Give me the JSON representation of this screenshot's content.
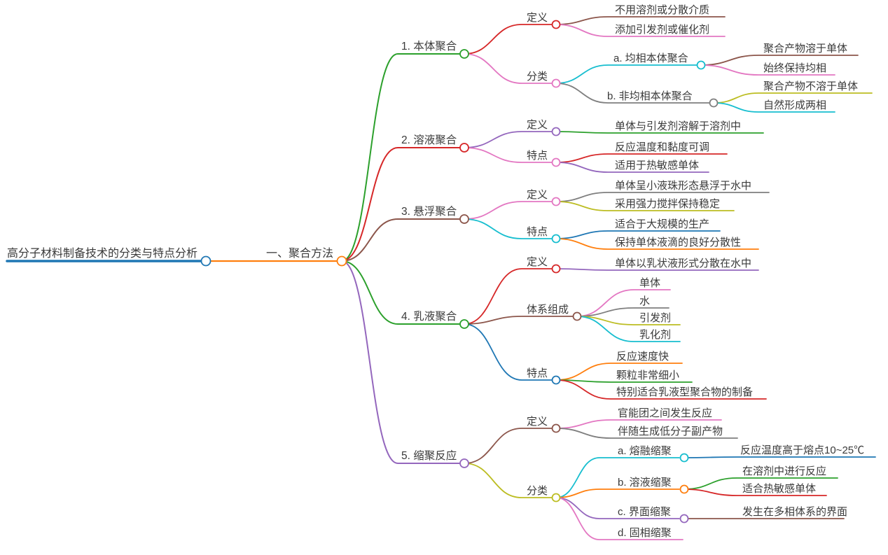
{
  "mindmap": {
    "root": {
      "label": "高分子材料制备技术的分类与特点分析",
      "color": "#1f77b4"
    },
    "topic": {
      "label": "一、聚合方法",
      "color": "#ff7f0e"
    },
    "branches": [
      {
        "label": "1. 本体聚合",
        "color": "#2ca02c",
        "children": [
          {
            "label": "定义",
            "color": "#d62728",
            "children": [
              {
                "label": "不用溶剂或分散介质",
                "color": "#8c564b"
              },
              {
                "label": "添加引发剂或催化剂",
                "color": "#e377c2"
              }
            ]
          },
          {
            "label": "分类",
            "color": "#e377c2",
            "children": [
              {
                "label": "a. 均相本体聚合",
                "color": "#17becf",
                "children": [
                  {
                    "label": "聚合产物溶于单体",
                    "color": "#8c564b"
                  },
                  {
                    "label": "始终保持均相",
                    "color": "#e377c2"
                  }
                ]
              },
              {
                "label": "b. 非均相本体聚合",
                "color": "#7f7f7f",
                "children": [
                  {
                    "label": "聚合产物不溶于单体",
                    "color": "#bcbd22"
                  },
                  {
                    "label": "自然形成两相",
                    "color": "#17becf"
                  }
                ]
              }
            ]
          }
        ]
      },
      {
        "label": "2. 溶液聚合",
        "color": "#d62728",
        "children": [
          {
            "label": "定义",
            "color": "#9467bd",
            "children": [
              {
                "label": "单体与引发剂溶解于溶剂中",
                "color": "#2ca02c"
              }
            ]
          },
          {
            "label": "特点",
            "color": "#e377c2",
            "children": [
              {
                "label": "反应温度和黏度可调",
                "color": "#d62728"
              },
              {
                "label": "适用于热敏感单体",
                "color": "#9467bd"
              }
            ]
          }
        ]
      },
      {
        "label": "3. 悬浮聚合",
        "color": "#8c564b",
        "children": [
          {
            "label": "定义",
            "color": "#e377c2",
            "children": [
              {
                "label": "单体呈小液珠形态悬浮于水中",
                "color": "#7f7f7f"
              },
              {
                "label": "采用强力搅拌保持稳定",
                "color": "#bcbd22"
              }
            ]
          },
          {
            "label": "特点",
            "color": "#17becf",
            "children": [
              {
                "label": "适合于大规模的生产",
                "color": "#1f77b4"
              },
              {
                "label": "保持单体液滴的良好分散性",
                "color": "#ff7f0e"
              }
            ]
          }
        ]
      },
      {
        "label": "4. 乳液聚合",
        "color": "#2ca02c",
        "children": [
          {
            "label": "定义",
            "color": "#d62728",
            "children": [
              {
                "label": "单体以乳状液形式分散在水中",
                "color": "#9467bd"
              }
            ]
          },
          {
            "label": "体系组成",
            "color": "#8c564b",
            "children": [
              {
                "label": "单体",
                "color": "#e377c2"
              },
              {
                "label": "水",
                "color": "#7f7f7f"
              },
              {
                "label": "引发剂",
                "color": "#bcbd22"
              },
              {
                "label": "乳化剂",
                "color": "#17becf"
              }
            ]
          },
          {
            "label": "特点",
            "color": "#1f77b4",
            "children": [
              {
                "label": "反应速度快",
                "color": "#ff7f0e"
              },
              {
                "label": "颗粒非常细小",
                "color": "#2ca02c"
              },
              {
                "label": "特别适合乳液型聚合物的制备",
                "color": "#d62728"
              }
            ]
          }
        ]
      },
      {
        "label": "5. 缩聚反应",
        "color": "#9467bd",
        "children": [
          {
            "label": "定义",
            "color": "#8c564b",
            "children": [
              {
                "label": "官能团之间发生反应",
                "color": "#e377c2"
              },
              {
                "label": "伴随生成低分子副产物",
                "color": "#7f7f7f"
              }
            ]
          },
          {
            "label": "分类",
            "color": "#bcbd22",
            "children": [
              {
                "label": "a. 熔融缩聚",
                "color": "#17becf",
                "children": [
                  {
                    "label": "反应温度高于熔点10~25℃",
                    "color": "#1f77b4"
                  }
                ]
              },
              {
                "label": "b. 溶液缩聚",
                "color": "#ff7f0e",
                "children": [
                  {
                    "label": "在溶剂中进行反应",
                    "color": "#2ca02c"
                  },
                  {
                    "label": "适合热敏感单体",
                    "color": "#d62728"
                  }
                ]
              },
              {
                "label": "c. 界面缩聚",
                "color": "#9467bd",
                "children": [
                  {
                    "label": "发生在多相体系的界面",
                    "color": "#8c564b"
                  }
                ]
              },
              {
                "label": "d. 固相缩聚",
                "color": "#e377c2"
              }
            ]
          }
        ]
      }
    ]
  }
}
